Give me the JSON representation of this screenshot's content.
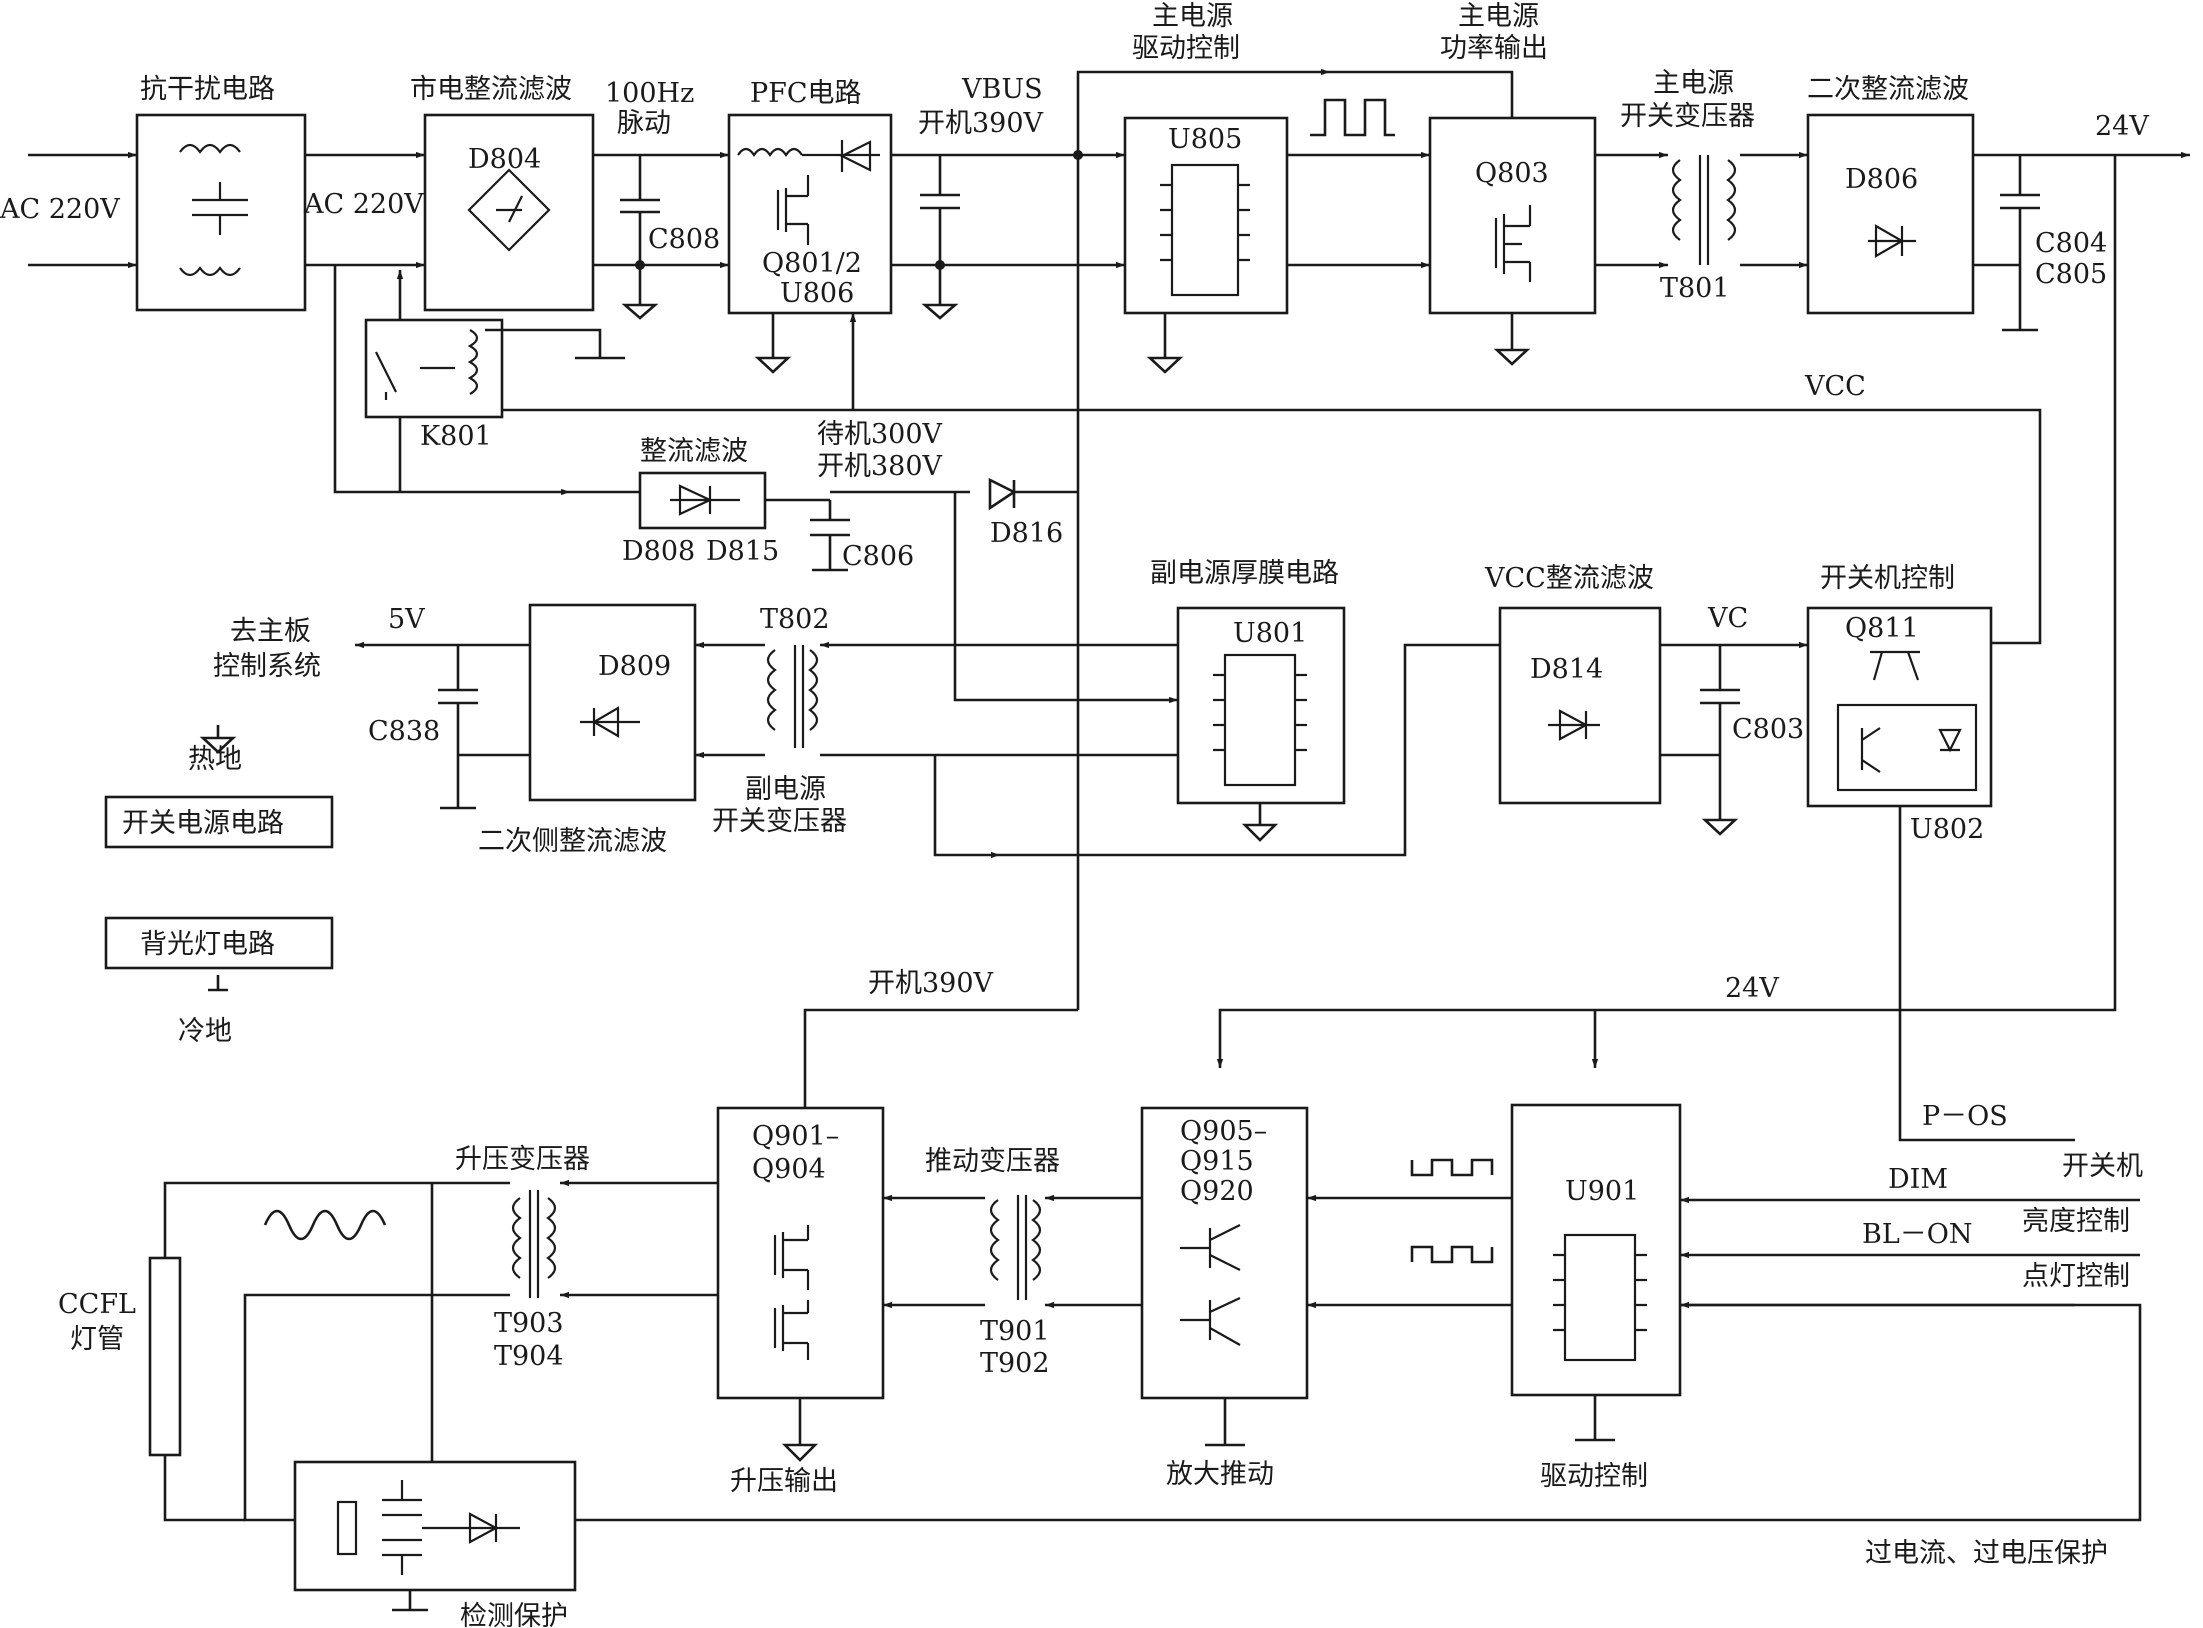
{
  "labels": {
    "ac_in": "AC 220V",
    "emi_title": "抗干扰电路",
    "ac_mid": "AC 220V",
    "rect_title": "市电整流滤波",
    "d804": "D804",
    "hz_1": "100Hz",
    "hz_2": "脉动",
    "c808": "C808",
    "pfc_title": "PFC电路",
    "q801": "Q801/2",
    "u806": "U806",
    "vbus_1": "VBUS",
    "vbus_2": "开机390V",
    "main_drv_1": "主电源",
    "main_drv_2": "驱动控制",
    "u805": "U805",
    "main_pwr_1": "主电源",
    "main_pwr_2": "功率输出",
    "q803": "Q803",
    "main_tr_1": "主电源",
    "main_tr_2": "开关变压器",
    "t801": "T801",
    "sec_title": "二次整流滤波",
    "d806": "D806",
    "c804": "C804",
    "c805": "C805",
    "v24": "24V",
    "k801": "K801",
    "vcc": "VCC",
    "rf_title": "整流滤波",
    "d808": "D808",
    "d815": "D815",
    "standby_1": "待机300V",
    "standby_2": "开机380V",
    "c806": "C806",
    "d816": "D816",
    "to_main_1": "去主板",
    "to_main_2": "控制系统",
    "v5": "5V",
    "c838": "C838",
    "d809": "D809",
    "t802": "T802",
    "sub_tr_1": "副电源",
    "sub_tr_2": "开关变压器",
    "sec2_title": "二次侧整流滤波",
    "sub_title": "副电源厚膜电路",
    "u801": "U801",
    "vcc_rf": "VCC整流滤波",
    "d814": "D814",
    "vc": "VC",
    "c803": "C803",
    "onoff_title": "开关机控制",
    "q811": "Q811",
    "u802": "U802",
    "hot_gnd": "热地",
    "legend_power": "开关电源电路",
    "legend_bl": "背光灯电路",
    "cold_gnd": "冷地",
    "on390": "开机390V",
    "v24b": "24V",
    "pos": "P－OS",
    "onoff": "开关机",
    "dim": "DIM",
    "brightness": "亮度控制",
    "blon": "BL－ON",
    "light": "点灯控制",
    "boost_tr": "升压变压器",
    "q901_1": "Q901–",
    "q901_2": "Q904",
    "push_tr": "推动变压器",
    "q905_1": "Q905–",
    "q905_2": "Q915",
    "q905_3": "Q920",
    "u901": "U901",
    "ccfl_1": "CCFL",
    "ccfl_2": "灯管",
    "t903": "T903",
    "t904": "T904",
    "t901": "T901",
    "t902": "T902",
    "boost_out": "升压输出",
    "amp": "放大推动",
    "drive": "驱动控制",
    "detect": "检测保护",
    "ocp": "过电流、过电压保护"
  }
}
